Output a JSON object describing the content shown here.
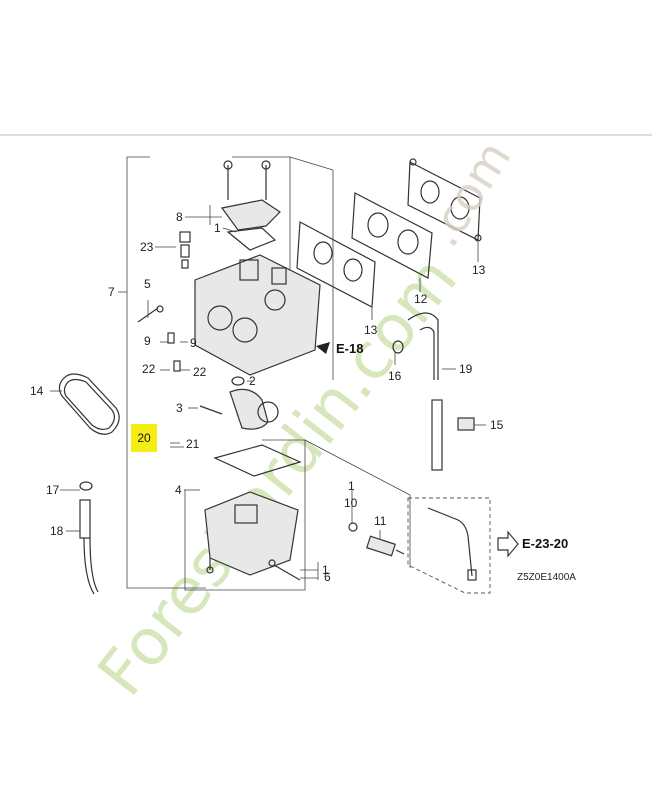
{
  "diagram": {
    "highlighted_part": "20",
    "drawing_code": "Z5Z0E1400A",
    "references": {
      "ref_e18": "E-18",
      "ref_e23_20": "E-23-20"
    },
    "callouts": {
      "c1a": "1",
      "c1b": "1",
      "c1c": "1",
      "c2": "2",
      "c3": "3",
      "c4": "4",
      "c5": "5",
      "c6": "6",
      "c7": "7",
      "c8": "8",
      "c9a": "9",
      "c9b": "9",
      "c10": "10",
      "c11": "11",
      "c12": "12",
      "c13a": "13",
      "c13b": "13",
      "c14": "14",
      "c15": "15",
      "c16": "16",
      "c17": "17",
      "c18": "18",
      "c19": "19",
      "c20": "20",
      "c21": "21",
      "c22a": "22",
      "c22b": "22",
      "c23": "23"
    },
    "highlight_color": "#f5ee14"
  },
  "watermark": {
    "text": "Forestjardin.com",
    "color": "#c9dfa6"
  }
}
